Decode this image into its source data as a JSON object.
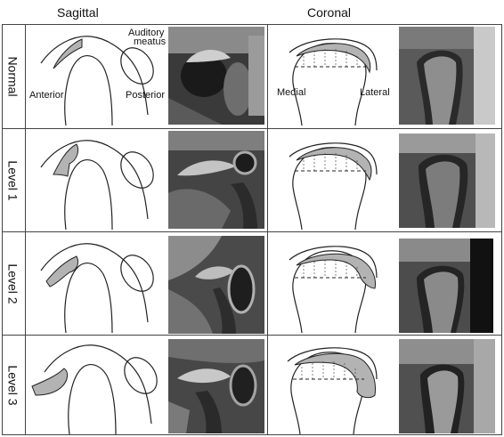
{
  "columns": {
    "sagittal": "Sagittal",
    "coronal": "Coronal"
  },
  "rows": [
    {
      "label": "Normal"
    },
    {
      "label": "Level 1"
    },
    {
      "label": "Level 2"
    },
    {
      "label": "Level 3"
    }
  ],
  "annotations": {
    "auditory_meatus_line1": "Auditory",
    "auditory_meatus_line2": "meatus",
    "anterior": "Anterior",
    "posterior": "Posterior",
    "medial": "Medial",
    "lateral": "Lateral"
  },
  "colors": {
    "disc_fill": "#b3b3b3",
    "line": "#222222",
    "border": "#444444"
  }
}
